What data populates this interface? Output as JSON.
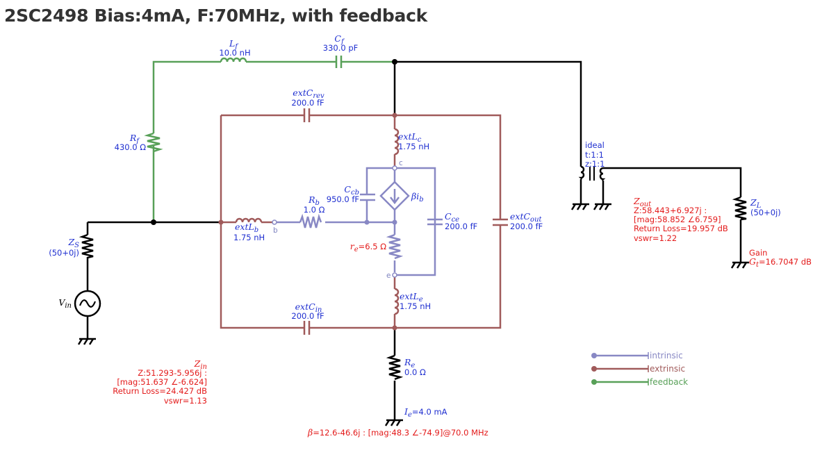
{
  "title": "2SC2498 Bias:4mA, F:70MHz, with feedback",
  "components": {
    "Lf": {
      "sym": "L",
      "sub": "f",
      "value": "10.0 nH"
    },
    "Cf": {
      "sym": "C",
      "sub": "f",
      "value": "330.0 pF"
    },
    "Rf": {
      "sym": "R",
      "sub": "f",
      "value": "430.0 Ω"
    },
    "extCrev": {
      "sym": "extC",
      "sub": "rev",
      "value": "200.0 fF"
    },
    "extLc": {
      "sym": "extL",
      "sub": "c",
      "value": "1.75 nH"
    },
    "extLb": {
      "sym": "extL",
      "sub": "b",
      "value": "1.75 nH"
    },
    "Rb": {
      "sym": "R",
      "sub": "b",
      "value": "1.0 Ω"
    },
    "Ccb": {
      "sym": "C",
      "sub": "cb",
      "value": "950.0 fF"
    },
    "source": {
      "label": "βi",
      "sub": "b"
    },
    "Cce": {
      "sym": "C",
      "sub": "ce",
      "value": "200.0 fF"
    },
    "extCout": {
      "sym": "extC",
      "sub": "out",
      "value": "200.0 fF"
    },
    "re": {
      "sym": "r",
      "sub": "e",
      "value": "=6.5 Ω"
    },
    "extLe": {
      "sym": "extL",
      "sub": "e",
      "value": "1.75 nH"
    },
    "extCin": {
      "sym": "extC",
      "sub": "in",
      "value": "200.0 fF"
    },
    "Re": {
      "sym": "R",
      "sub": "e",
      "value": "0.0 Ω"
    },
    "ZS": {
      "sym": "Z",
      "sub": "S",
      "value": "(50+0j)"
    },
    "Vin": {
      "sym": "V",
      "sub": "in"
    },
    "ZL": {
      "sym": "Z",
      "sub": "L",
      "value": "(50+0j)"
    },
    "transformer": {
      "line1": "ideal",
      "line2": "t:1:1",
      "line3": "z:1:1"
    }
  },
  "nodes": {
    "b": "b",
    "c": "c",
    "e": "e"
  },
  "zin": {
    "sym": "Z",
    "sub": "in",
    "line1": "Z:51.293-5.956j :",
    "line2": "[mag:51.637 ∠-6.624]",
    "line3": "Return Loss=24.427 dB",
    "line4": "vswr=1.13"
  },
  "zout": {
    "sym": "Z",
    "sub": "out",
    "line1": "Z:58.443+6.927j :",
    "line2": "[mag:58.852 ∠6.759]",
    "line3": "Return Loss=19.957 dB",
    "line4": "vswr=1.22"
  },
  "gain": {
    "label": "Gain",
    "sym": "G",
    "sub": "t",
    "value": "=16.7047 dB"
  },
  "bias": {
    "sym": "I",
    "sub": "e",
    "value": "=4.0 mA"
  },
  "beta": {
    "sym": "β",
    "value": "=12.6-46.6j : [mag:48.3 ∠-74.9]@70.0 MHz"
  },
  "legend": [
    {
      "label": "intrinsic",
      "color": "#8888c4"
    },
    {
      "label": "extrinsic",
      "color": "#a05a5a"
    },
    {
      "label": "feedback",
      "color": "#58a058"
    }
  ],
  "colors": {
    "black": "#000000",
    "intrinsic": "#8888c4",
    "extrinsic": "#a05a5a",
    "feedback": "#58a058",
    "label_blue": "#1f2fd0",
    "label_red": "#e31a1a"
  }
}
